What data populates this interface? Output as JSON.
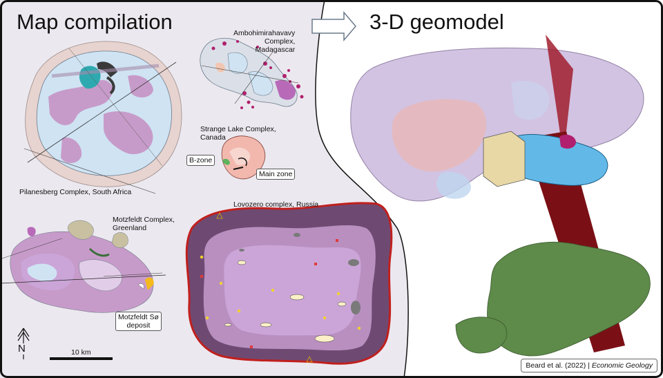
{
  "titles": {
    "left": "Map compilation",
    "right": "3-D geomodel"
  },
  "maps": {
    "pilanesberg": "Pilanesberg Complex, South Africa",
    "ambohimirahavavy": [
      "Ambohimirahavavy",
      "Complex,",
      "Madagascar"
    ],
    "strange_lake": [
      "Strange Lake Complex,",
      "Canada"
    ],
    "b_zone": "B-zone",
    "main_zone": "Main zone",
    "motzfeldt": [
      "Motzfeldt Complex,",
      "Greenland"
    ],
    "motzfeldt_deposit": [
      "Motzfeldt Sø",
      "deposit"
    ],
    "lovozero": "Lovozero complex, Russia"
  },
  "scale": {
    "label": "10 km",
    "north": "N"
  },
  "credit": {
    "authors": "Beard et al. (2022) | ",
    "journal": "Economic Geology"
  },
  "colors": {
    "left_panel": "#ece8ef",
    "border": "#111111",
    "light_blue": "#cfe3f3",
    "purple": "#c79bc9",
    "dark_purple": "#6e4a72",
    "light_purple": "#cba5d8",
    "red_plane": "#7a1016",
    "green_body": "#5e8a4a",
    "magenta": "#b0206e"
  },
  "icons": [
    "arrow-right-icon",
    "north-arrow-icon"
  ]
}
